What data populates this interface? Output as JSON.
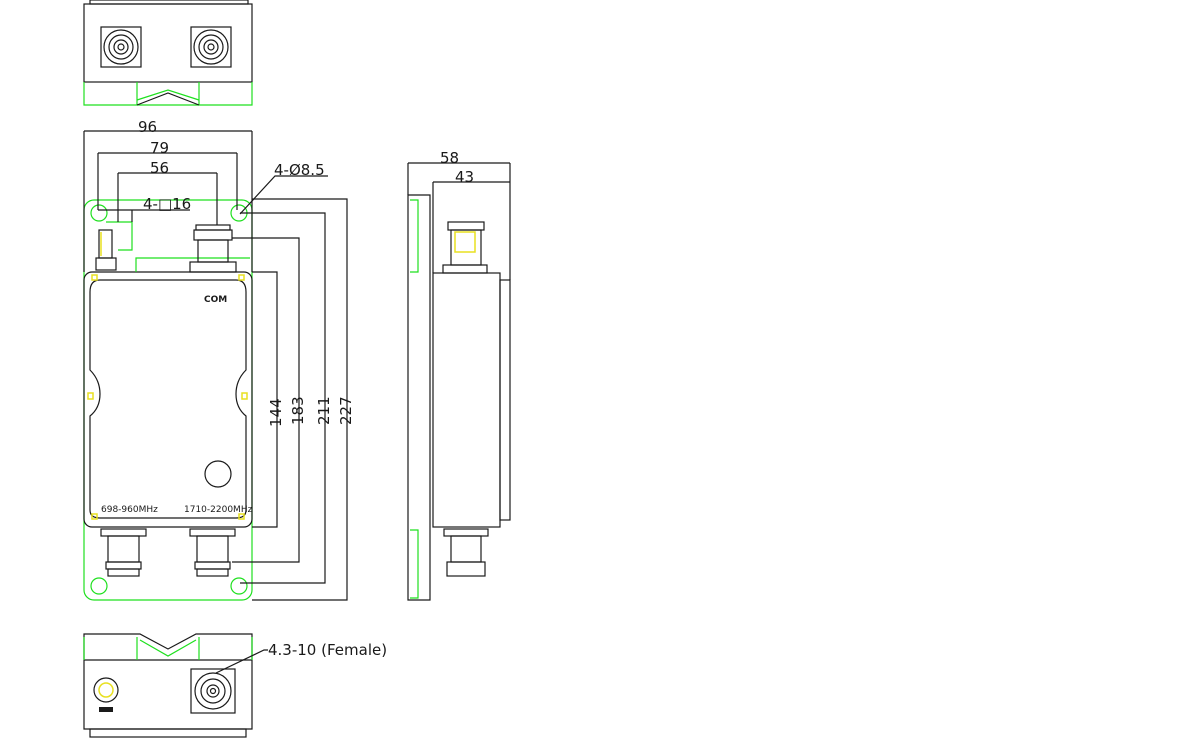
{
  "drawing": {
    "front_view": {
      "dim_width_overall": "96",
      "dim_hole_spacing": "79",
      "dim_connector_spacing": "56",
      "note_square": "4-□16",
      "note_holes": "4-Ø8.5",
      "port_com_label": "COM",
      "port_low_band_label": "698-960MHz",
      "port_high_band_label": "1710-2200MHz",
      "dim_body_height": "144",
      "dim_connector_span": "183",
      "dim_hole_span": "211",
      "dim_height_overall": "227"
    },
    "side_view": {
      "dim_depth_overall": "58",
      "dim_body_depth": "43"
    },
    "bottom_view": {
      "connector_note": "4.3-10 (Female)"
    }
  }
}
